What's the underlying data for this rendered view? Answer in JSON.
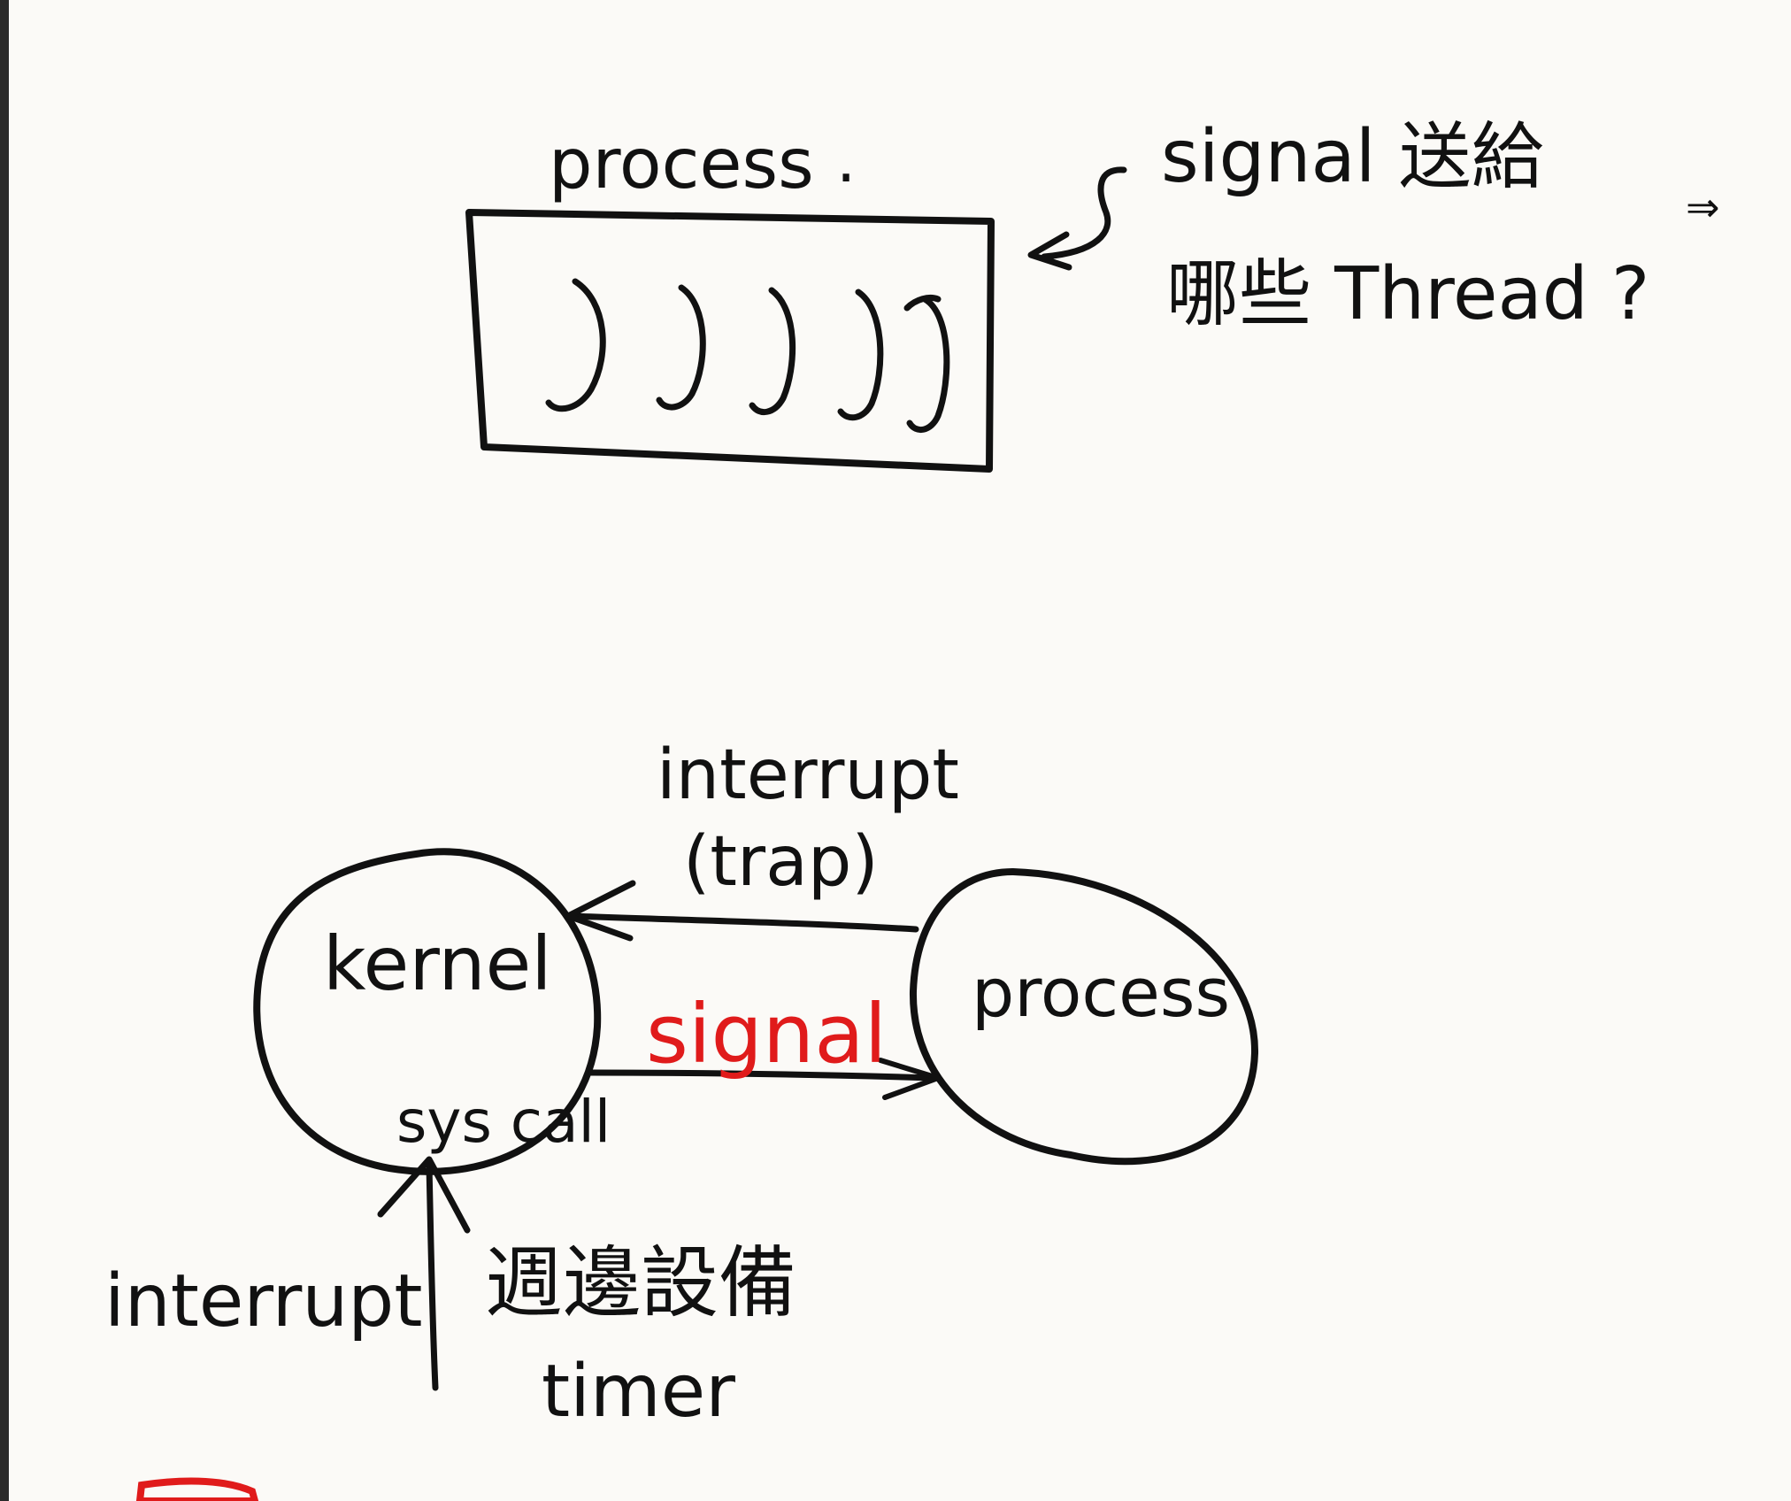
{
  "top": {
    "process_label": "process",
    "period": ".",
    "question_line1": "signal 送給",
    "question_line2": "哪些 Thread ?",
    "arrow_symbol": "⇒"
  },
  "bottom": {
    "interrupt_trap_line1": "interrupt",
    "interrupt_trap_line2": "(trap)",
    "kernel_label": "kernel",
    "process_label": "process",
    "signal_label": "signal",
    "syscall_label": "sys call",
    "interrupt_label": "interrupt",
    "device_label": "週邊設備",
    "timer_label": "timer"
  },
  "colors": {
    "ink": "#111111",
    "accent": "#e01b1b",
    "paper": "#fbfaf7"
  }
}
